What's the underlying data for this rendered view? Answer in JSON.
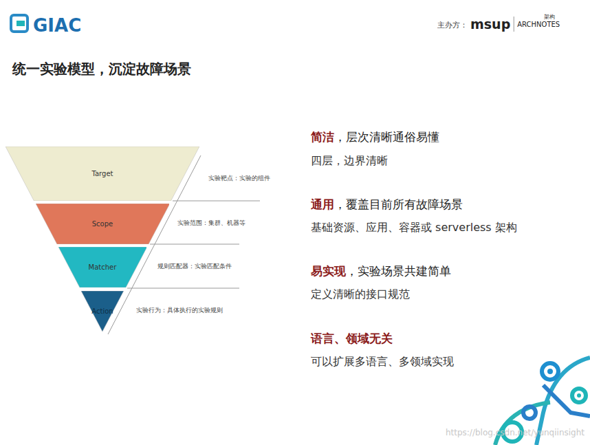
{
  "diagram": {
    "title": "统一实验模型，沉淀故障场景",
    "nodes": [
      {
        "text": [
          "Target"
        ]
      },
      {
        "text": [
          "Scope"
        ]
      },
      {
        "text": [
          "Matcher"
        ]
      },
      {
        "text": [
          "Action"
        ]
      }
    ],
    "labels": [
      "GIAC",
      "主办方：",
      "msup",
      "架构",
      "ARCHNOTES",
      "实验靶点：实验的组件",
      "实验范围：集群、机器等",
      "规则匹配器：实验匹配条件",
      "实验行为：具体执行的实验规则",
      "简洁",
      "，层次清晰通俗易懂",
      "四层，边界清晰",
      "通用",
      "，覆盖目前所有故障场景",
      "基础资源、应用、容器或 serverless 架构",
      "易实现",
      "，实验场景共建简单",
      "定义清晰的接口规范",
      "语言、领域无关",
      "可以扩展多语言、多领域实现",
      "https://blog.csdn.net/yunqiinsight"
    ]
  }
}
